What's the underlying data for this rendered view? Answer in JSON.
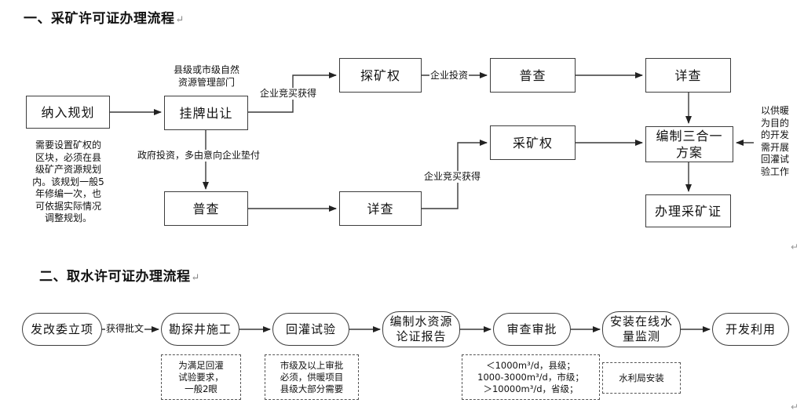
{
  "section1": {
    "title": "一、采矿许可证办理流程",
    "boxes": {
      "plan": "纳入规划",
      "listing": "挂牌出让",
      "explore": "探矿权",
      "census_top": "普查",
      "detail_top": "详查",
      "plan3": "编制三合一\n方案",
      "mining": "采矿权",
      "census_bottom": "普查",
      "detail_bottom": "详查",
      "license": "办理采矿证"
    },
    "labels": {
      "dept": "县级或市级自然\n资源管理部门",
      "bid_top": "企业竞买获得",
      "invest": "企业投资",
      "gov": "政府投资，多由意向企业垫付",
      "bid_bottom": "企业竞买获得",
      "plan_note": "需要设置矿权的\n区块，必须在县\n级矿产资源规划\n内。该规划一般5\n年修编一次，也\n可依据实际情况\n调整规划。",
      "heating_note": "以供暖\n为目的\n的开发\n需开展\n回灌试\n验工作"
    }
  },
  "section2": {
    "title": "二、取水许可证办理流程",
    "steps": [
      "发改委立项",
      "勘探井施工",
      "回灌试验",
      "编制水资源\n论证报告",
      "审查审批",
      "安装在线水\n量监测",
      "开发利用"
    ],
    "label_approval": "获得批文",
    "notes": {
      "drill": "为满足回灌\n试验要求，\n一般2眼",
      "reinject": "市级及以上审批\n必须，供暖项目\n县级大部分需要",
      "approval": "＜1000m³/d，县级；\n1000-3000m³/d，市级；\n＞10000m³/d，省级；",
      "monitor": "水利局安装"
    }
  }
}
